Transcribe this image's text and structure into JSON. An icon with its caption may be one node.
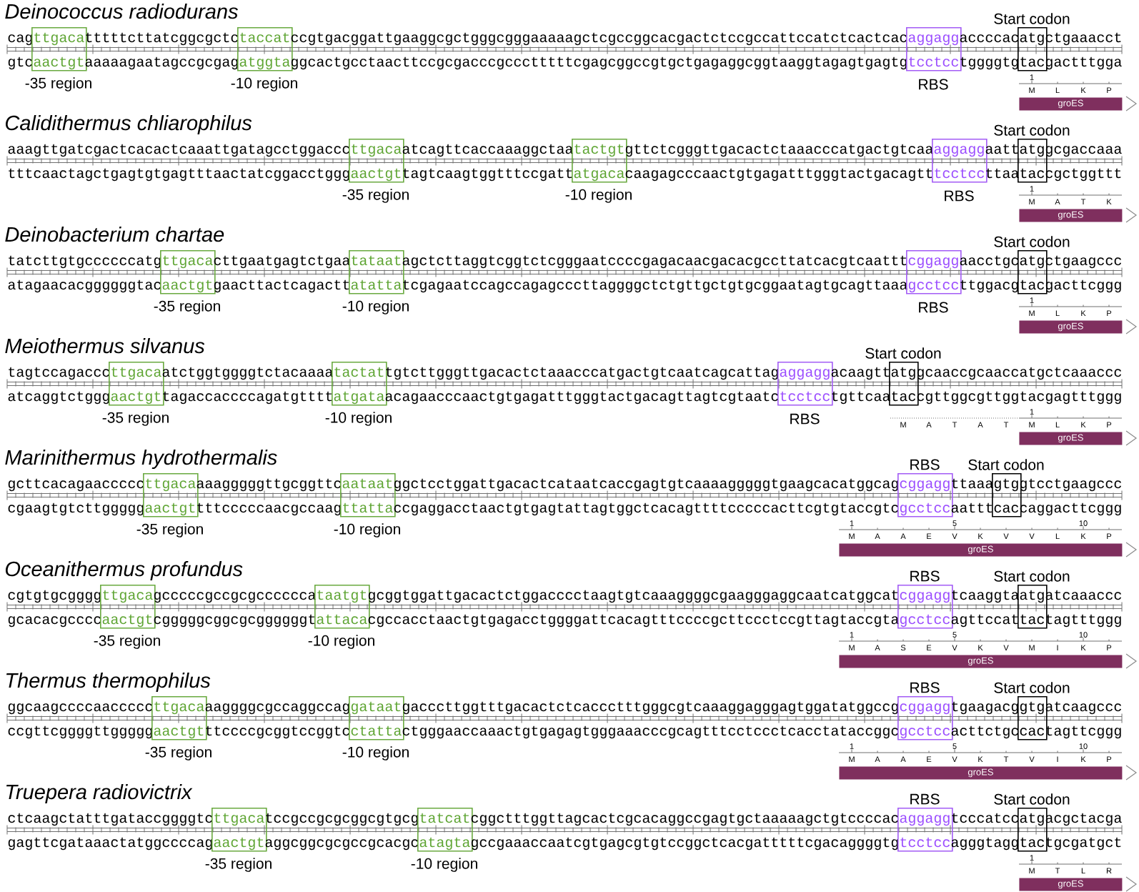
{
  "diagram": {
    "nodes": [
      {
        "text": [
          "ttgaca",
          "aactgt"
        ],
        "beside": [
          "-35 region"
        ]
      },
      {
        "text": [
          "taccat",
          "atggta"
        ],
        "beside": [
          "-10 region"
        ]
      },
      {
        "text": [
          "aggagg",
          "tcctcc"
        ],
        "beside": [
          "RBS"
        ]
      },
      {
        "text": [
          "atg",
          "tac"
        ],
        "beside": [
          "Start codon"
        ]
      },
      {
        "text": [
          "groES"
        ]
      },
      {
        "text": [
          "ttgaca",
          "aactgt"
        ],
        "beside": [
          "-35 region"
        ]
      },
      {
        "text": [
          "tactgt",
          "atgaca"
        ],
        "beside": [
          "-10 region"
        ]
      },
      {
        "text": [
          "aggagg",
          "tcctcc"
        ],
        "beside": [
          "RBS"
        ]
      },
      {
        "text": [
          "atg",
          "tac"
        ],
        "beside": [
          "Start codon"
        ]
      },
      {
        "text": [
          "groES"
        ]
      },
      {
        "text": [
          "ttgaca",
          "aactgt"
        ],
        "beside": [
          "-35 region"
        ]
      },
      {
        "text": [
          "tataat",
          "atatta"
        ],
        "beside": [
          "-10 region"
        ]
      },
      {
        "text": [
          "cggagg",
          "gcctcc"
        ],
        "beside": [
          "RBS"
        ]
      },
      {
        "text": [
          "atg",
          "tac"
        ],
        "beside": [
          "Start codon"
        ]
      },
      {
        "text": [
          "groES"
        ]
      },
      {
        "text": [
          "ttgaca",
          "aactgt"
        ],
        "beside": [
          "-35 region"
        ]
      },
      {
        "text": [
          "tactat",
          "atgata"
        ],
        "beside": [
          "-10 region"
        ]
      },
      {
        "text": [
          "aggagg",
          "tcctcc"
        ],
        "beside": [
          "RBS"
        ]
      },
      {
        "text": [
          "atg",
          "tac"
        ],
        "beside": [
          "Start codon"
        ]
      },
      {
        "text": [
          "groES"
        ]
      },
      {
        "text": [
          "ttgaca",
          "aactgt"
        ],
        "beside": [
          "-35 region"
        ]
      },
      {
        "text": [
          "aataat",
          "ttatta"
        ],
        "beside": [
          "-10 region"
        ]
      },
      {
        "text": [
          "cggagg",
          "gcctcc"
        ],
        "beside": [
          "RBS"
        ]
      },
      {
        "text": [
          "gtg",
          "cac"
        ],
        "beside": [
          "Start codon"
        ]
      },
      {
        "text": [
          "groES"
        ]
      },
      {
        "text": [
          "ttgaca",
          "aactgt"
        ],
        "beside": [
          "-35 region"
        ]
      },
      {
        "text": [
          "taatgt",
          "attaca"
        ],
        "beside": [
          "-10 region"
        ]
      },
      {
        "text": [
          "cggagg",
          "gcctcc"
        ],
        "beside": [
          "RBS"
        ]
      },
      {
        "text": [
          "atg",
          "tac"
        ],
        "beside": [
          "Start codon"
        ]
      },
      {
        "text": [
          "groES"
        ]
      },
      {
        "text": [
          "ttgaca",
          "aactgt"
        ],
        "beside": [
          "-35 region"
        ]
      },
      {
        "text": [
          "gataat",
          "ctatta"
        ],
        "beside": [
          "-10 region"
        ]
      },
      {
        "text": [
          "cggagg",
          "gcctcc"
        ],
        "beside": [
          "RBS"
        ]
      },
      {
        "text": [
          "gtg",
          "cac"
        ],
        "beside": [
          "Start codon"
        ]
      },
      {
        "text": [
          "groES"
        ]
      },
      {
        "text": [
          "ttgaca",
          "aactgt"
        ],
        "beside": [
          "-35 region"
        ]
      },
      {
        "text": [
          "tatcat",
          "atagta"
        ],
        "beside": [
          "-10 region"
        ]
      },
      {
        "text": [
          "aggagg",
          "tcctcc"
        ],
        "beside": [
          "RBS"
        ]
      },
      {
        "text": [
          "atg",
          "tac"
        ],
        "beside": [
          "Start codon"
        ]
      },
      {
        "text": [
          "groES"
        ]
      }
    ],
    "labels": [
      "Deinococcus radiodurans",
      "cag",
      "tttttcttatcggcgctc",
      "ccgtgacggattgaaggcgctgggcgggaaaaagctcgccggcacgactctccgccattccatctcactcac",
      "accccac",
      "ctgaaacct",
      "gtc",
      "aaaaagaatagccgcgag",
      "ggcactgcctaacttccgcgacccgccctttttcgagcggccgtgctgagaggcggtaaggtagagtgagtg",
      "tggggtg",
      "gactttgga",
      "1",
      "M",
      "L",
      "K",
      "P",
      "Calidithermus chliarophilus",
      "aaagttgatcgactcacactcaaattgatagcctggaccc",
      "atcagttcaccaaaggctaa",
      "gttctcgggttgacactctaaacccatgactgtcaa",
      "aatt",
      "gcgaccaaa",
      "tttcaactagctgagtgtgagtttaactatcggacctggg",
      "tagtcaagtggtttccgatt",
      "caagagcccaactgtgagatttgggtactgacagtt",
      "ttaa",
      "cgctggttt",
      "1",
      "M",
      "A",
      "T",
      "K",
      "Deinobacterium chartae",
      "tatcttgtgccccccatg",
      "cttgaatgagtctgaa",
      "agctcttaggtcggtctcgggaatccccgagacaacgacacgccttatcacgtcaattt",
      "aacctgc",
      "ctgaagccc",
      "atagaacacggggggtac",
      "gaacttactcagactt",
      "tcgagaatccagccagagcccttaggggctctgttgctgtgcggaatagtgcagttaaa",
      "ttggacg",
      "gacttcggg",
      "1",
      "M",
      "L",
      "K",
      "P",
      "Meiothermus silvanus",
      "tagtccagaccc",
      "atctggtggggtctacaaaa",
      "tgtcttgggttgacactctaaacccatgactgtcaatcagcattag",
      "acaagtt",
      "gcaaccgcaaccatgctcaaaccc",
      "atcaggtctggg",
      "tagaccaccccagatgtttt",
      "acagaacccaactgtgagatttgggtactgacagttagtcgtaatc",
      "tgttcaa",
      "cgttggcgttggtacgagtttggg",
      "1",
      "M",
      "A",
      "T",
      "A",
      "T",
      "M",
      "L",
      "K",
      "P",
      "Marinithermus hydrothermalis",
      "gcttcacagaaccccc",
      "aaagggggttgcggttc",
      "ggctcctggattgacactcataatcaccgagtgtcaaaagggggtgaagcacatggcag",
      "ttaaa",
      "gtcctgaagccc",
      "cgaagtgtcttggggg",
      "tttcccccaacgccaag",
      "ccgaggacctaactgtgagtattagtggctcacagttttcccccacttcgtgtaccgtc",
      "aattt",
      "caggacttcggg",
      "1",
      "5",
      "10",
      "M",
      "A",
      "A",
      "E",
      "V",
      "K",
      "V",
      "V",
      "L",
      "K",
      "P",
      "Oceanithermus profundus",
      "cgtgtgcgggg",
      "gcccccgccgcgcccccca",
      "gcggtggattgacactctggacccctaagtgtcaaaggggcgaagggaggcaatcatggcat",
      "tcaaggta",
      "atcaaaccc",
      "gcacacgcccc",
      "cgggggcggcgcggggggt",
      "cgccacctaactgtgagacctggggattcacagtttccccgcttccctccgttagtaccgta",
      "agttccat",
      "tagtttggg",
      "1",
      "5",
      "10",
      "M",
      "A",
      "S",
      "E",
      "V",
      "K",
      "V",
      "M",
      "I",
      "K",
      "P",
      "Thermus thermophilus",
      "ggcaagccccaaccccc",
      "aaggggcgccaggccag",
      "gacccttggtttgacactctcaccctttgggcgtcaaaggagggagtggatatggccg",
      "tgaagacg",
      "atcaagccc",
      "ccgttcggggttggggg",
      "ttccccgcggtccggtc",
      "ctgggaaccaaactgtgagagtgggaaacccgcagtttcctccctcacctataccggc",
      "acttctgc",
      "tagttcggg",
      "1",
      "5",
      "10",
      "M",
      "A",
      "A",
      "E",
      "V",
      "K",
      "T",
      "V",
      "I",
      "K",
      "P",
      "Truepera radiovictrix",
      "ctcaagctatttgataccggggtc",
      "tccgccgcgcggcgtgcg",
      "cggctttggttagcactcgcacaggccgagtgctaaaaagctgtccccac",
      "tcccatcc",
      "acgctacga",
      "gagttcgataaactatggccccag",
      "aggcggcgcgccgcacgc",
      "gccgaaaccaatcgtgagcgtgtccggctcacgatttttcgacaggggtg",
      "agggtagg",
      "tgcgatgct",
      "1",
      "M",
      "T",
      "L",
      "R"
    ]
  }
}
